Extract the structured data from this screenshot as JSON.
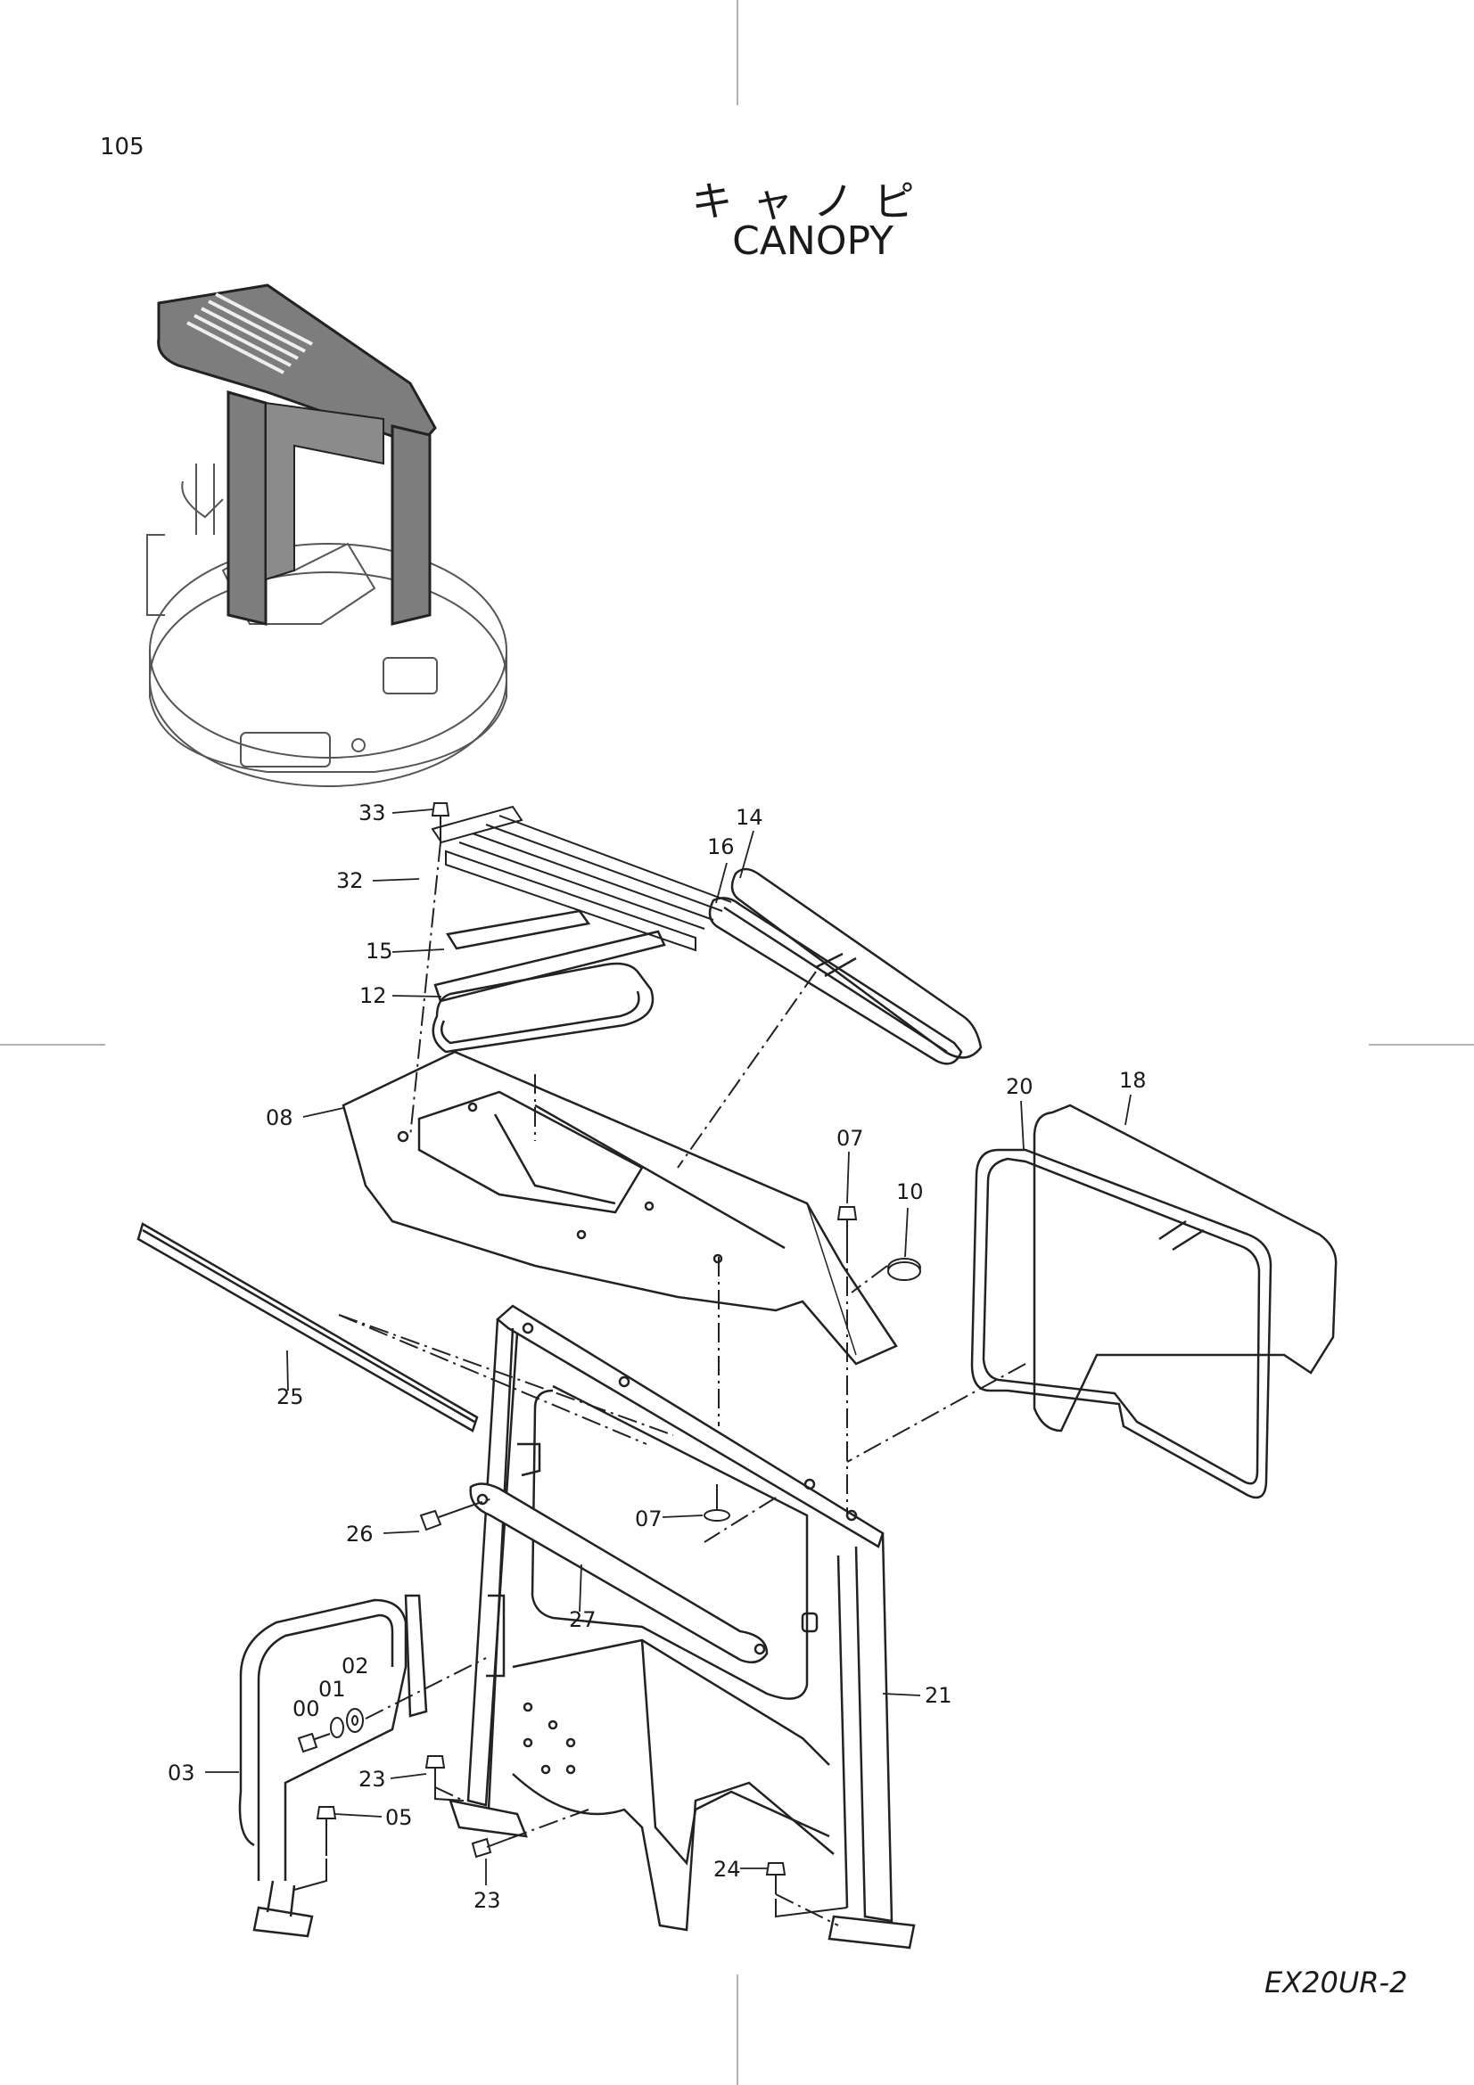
{
  "page_number": "105",
  "title_jp": "キャノピ",
  "title_en": "CANOPY",
  "model": "EX20UR-2",
  "parts": [
    {
      "label": "33"
    },
    {
      "label": "32"
    },
    {
      "label": "15"
    },
    {
      "label": "12"
    },
    {
      "label": "14"
    },
    {
      "label": "16"
    },
    {
      "label": "08"
    },
    {
      "label": "07"
    },
    {
      "label": "10"
    },
    {
      "label": "20"
    },
    {
      "label": "18"
    },
    {
      "label": "25"
    },
    {
      "label": "07"
    },
    {
      "label": "26"
    },
    {
      "label": "27"
    },
    {
      "label": "02"
    },
    {
      "label": "01"
    },
    {
      "label": "00"
    },
    {
      "label": "03"
    },
    {
      "label": "23"
    },
    {
      "label": "05"
    },
    {
      "label": "21"
    },
    {
      "label": "24"
    },
    {
      "label": "23"
    }
  ]
}
